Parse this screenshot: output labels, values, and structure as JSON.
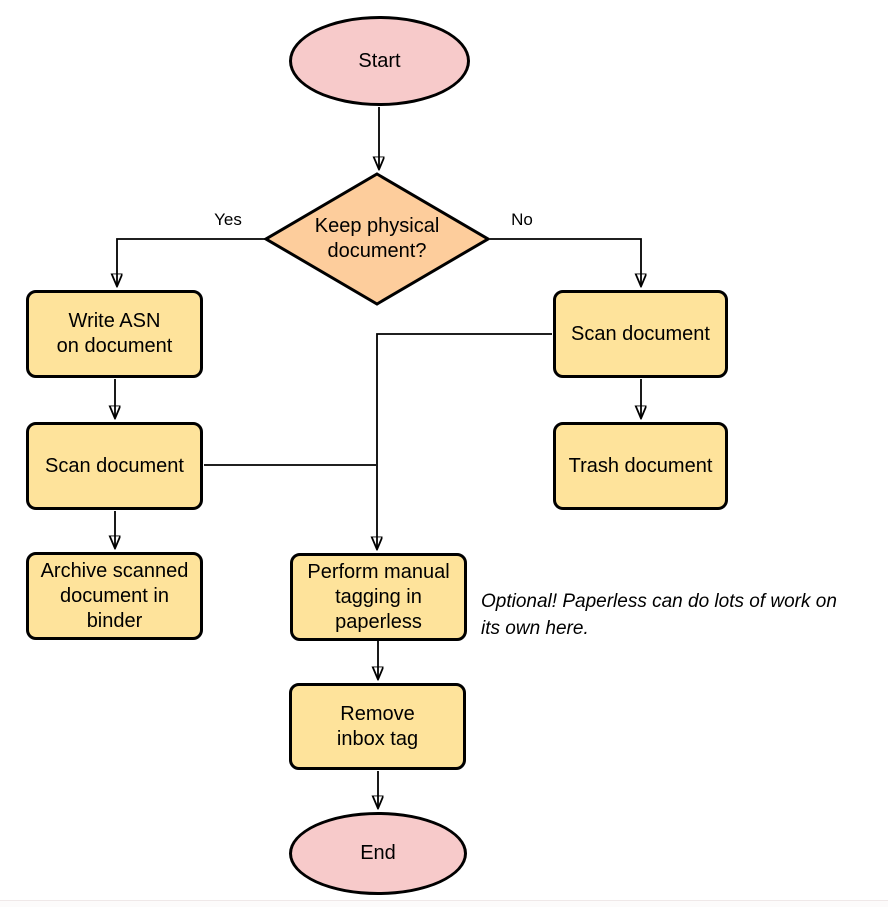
{
  "diagram": {
    "type": "flowchart",
    "colors": {
      "process_fill": "#FEE39B",
      "decision_fill": "#FDCD9C",
      "terminator_fill": "#F7CACA",
      "stroke": "#000000",
      "background": "#FFFFFF"
    },
    "nodes": {
      "start": {
        "label": "Start",
        "shape": "terminator"
      },
      "keep_physical": {
        "label": "Keep physical\ndocument?",
        "shape": "decision"
      },
      "write_asn": {
        "label": "Write ASN\non document",
        "shape": "process"
      },
      "scan_left": {
        "label": "Scan document",
        "shape": "process"
      },
      "archive": {
        "label": "Archive scanned\ndocument in\nbinder",
        "shape": "process"
      },
      "scan_right": {
        "label": "Scan document",
        "shape": "process"
      },
      "trash": {
        "label": "Trash document",
        "shape": "process"
      },
      "tagging": {
        "label": "Perform manual\ntagging in\npaperless",
        "shape": "process"
      },
      "remove_inbox": {
        "label": "Remove\ninbox tag",
        "shape": "process"
      },
      "end": {
        "label": "End",
        "shape": "terminator"
      }
    },
    "edge_labels": {
      "yes": "Yes",
      "no": "No"
    },
    "note": "Optional! Paperless can do lots of work on\nits own here."
  }
}
